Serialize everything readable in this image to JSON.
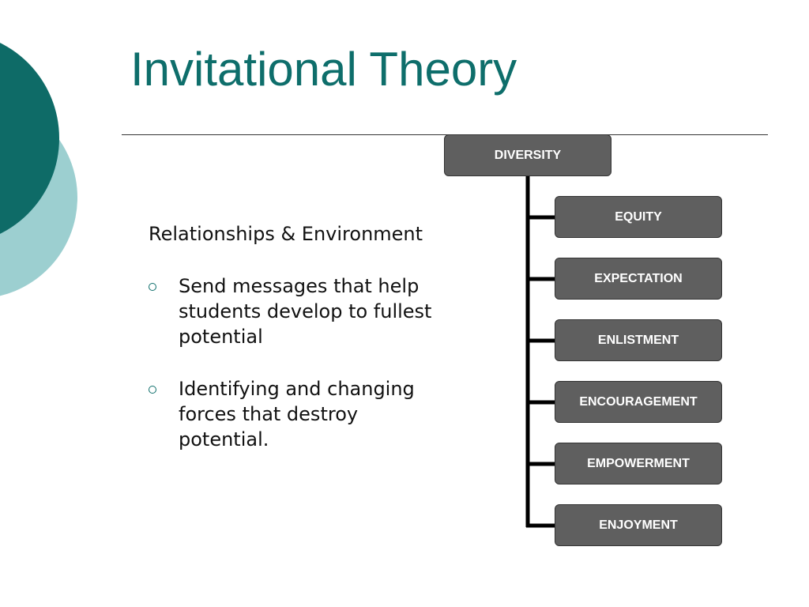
{
  "slide": {
    "title": "Invitational Theory",
    "intro": "Relationships & Environment",
    "bullets": [
      "Send messages that help students develop to fullest potential",
      "Identifying and changing forces that destroy potential."
    ]
  },
  "diagram": {
    "root": "DIVERSITY",
    "children": [
      "EQUITY",
      "EXPECTATION",
      "ENLISTMENT",
      "ENCOURAGEMENT",
      "EMPOWERMENT",
      "ENJOYMENT"
    ]
  },
  "colors": {
    "title": "#0e6e6b",
    "circle_dark": "#0e6b67",
    "circle_light": "#9ccfd0",
    "node_fill": "#5f5f5f",
    "connector": "#000000"
  }
}
